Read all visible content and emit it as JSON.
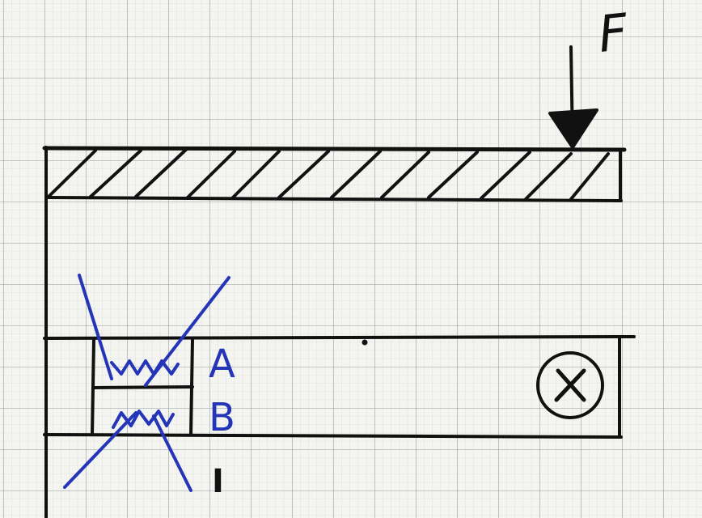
{
  "diagram": {
    "force_label": "F",
    "label_a": "A",
    "label_b": "B",
    "label_bottom": "I",
    "ink_color": "#111111",
    "blue_ink_color": "#2535b8",
    "grid_color": "#8f9aa0",
    "paper_color": "#f4f4f0"
  }
}
